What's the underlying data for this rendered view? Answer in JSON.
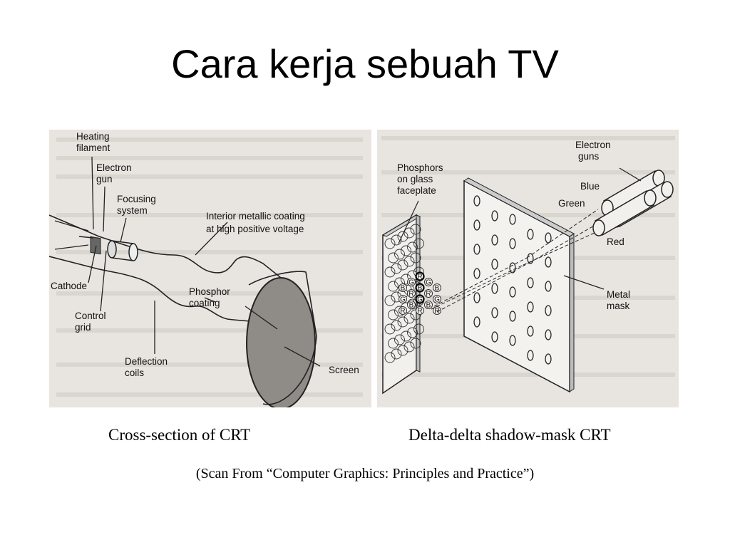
{
  "slide": {
    "title": "Cara kerja sebuah TV",
    "source": "(Scan From “Computer Graphics: Principles and Practice”)"
  },
  "left_figure": {
    "caption": "Cross-section of CRT",
    "labels": {
      "heating_filament_1": "Heating",
      "heating_filament_2": "filament",
      "electron_gun_1": "Electron",
      "electron_gun_2": "gun",
      "focusing_system_1": "Focusing",
      "focusing_system_2": "system",
      "interior_coating_1": "Interior metallic coating",
      "interior_coating_2": "at high positive voltage",
      "cathode": "Cathode",
      "phosphor_coating_1": "Phosphor",
      "phosphor_coating_2": "coating",
      "control_grid_1": "Control",
      "control_grid_2": "grid",
      "deflection_coils_1": "Deflection",
      "deflection_coils_2": "coils",
      "screen": "Screen"
    }
  },
  "right_figure": {
    "caption": "Delta-delta shadow-mask CRT",
    "labels": {
      "phosphors_1": "Phosphors",
      "phosphors_2": "on glass",
      "phosphors_3": "faceplate",
      "electron_guns_1": "Electron",
      "electron_guns_2": "guns",
      "blue": "Blue",
      "green": "Green",
      "red": "Red",
      "metal_mask_1": "Metal",
      "metal_mask_2": "mask",
      "phosphor_r": "R",
      "phosphor_g": "G",
      "phosphor_b": "B"
    }
  }
}
